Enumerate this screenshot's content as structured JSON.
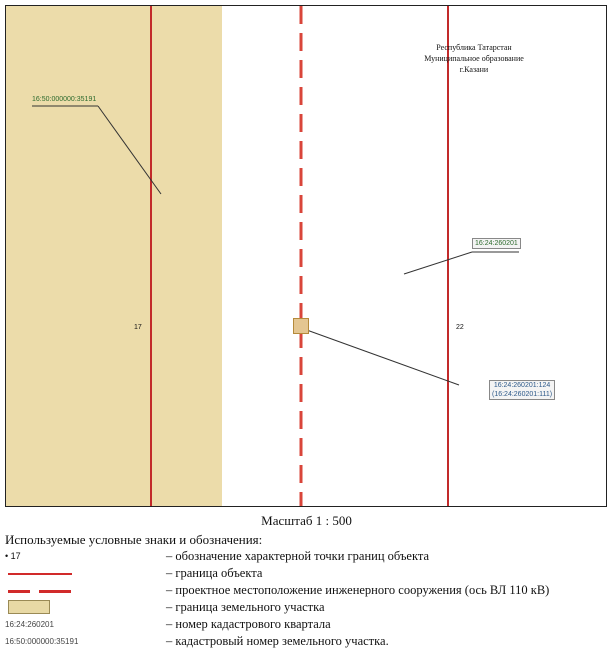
{
  "map": {
    "admin_label": [
      "Республика Татарстан",
      "Муниципальное образование",
      "г.Казани"
    ],
    "parcel_callout": "16:50:000000:35191",
    "quarter_callout": "16:24:260201",
    "parcel_callout_2": [
      "16:24:260201:124",
      "(16:24:260201:111)"
    ],
    "point_17": "17",
    "point_22": "22"
  },
  "scale": "Масштаб 1 : 500",
  "legend": {
    "title": "Используемые условные знаки и обозначения:",
    "items": [
      {
        "symbol": "• 17",
        "desc": "– обозначение характерной точки границ объекта"
      },
      {
        "symbol": "",
        "desc": "– граница объекта"
      },
      {
        "symbol": "",
        "desc": "– проектное местоположение инженерного сооружения (ось ВЛ 110 кВ)"
      },
      {
        "symbol": "",
        "desc": "– граница земельного участка"
      },
      {
        "symbol": "16:24:260201",
        "desc": "– номер кадастрового квартала"
      },
      {
        "symbol": "16:50:000000:35191",
        "desc": "– кадастровый номер земельного участка."
      }
    ]
  },
  "colors": {
    "boundary": "#c22a2a",
    "parcel_fill": "#ecdcaa",
    "callout_text": "#2e6b2e"
  }
}
